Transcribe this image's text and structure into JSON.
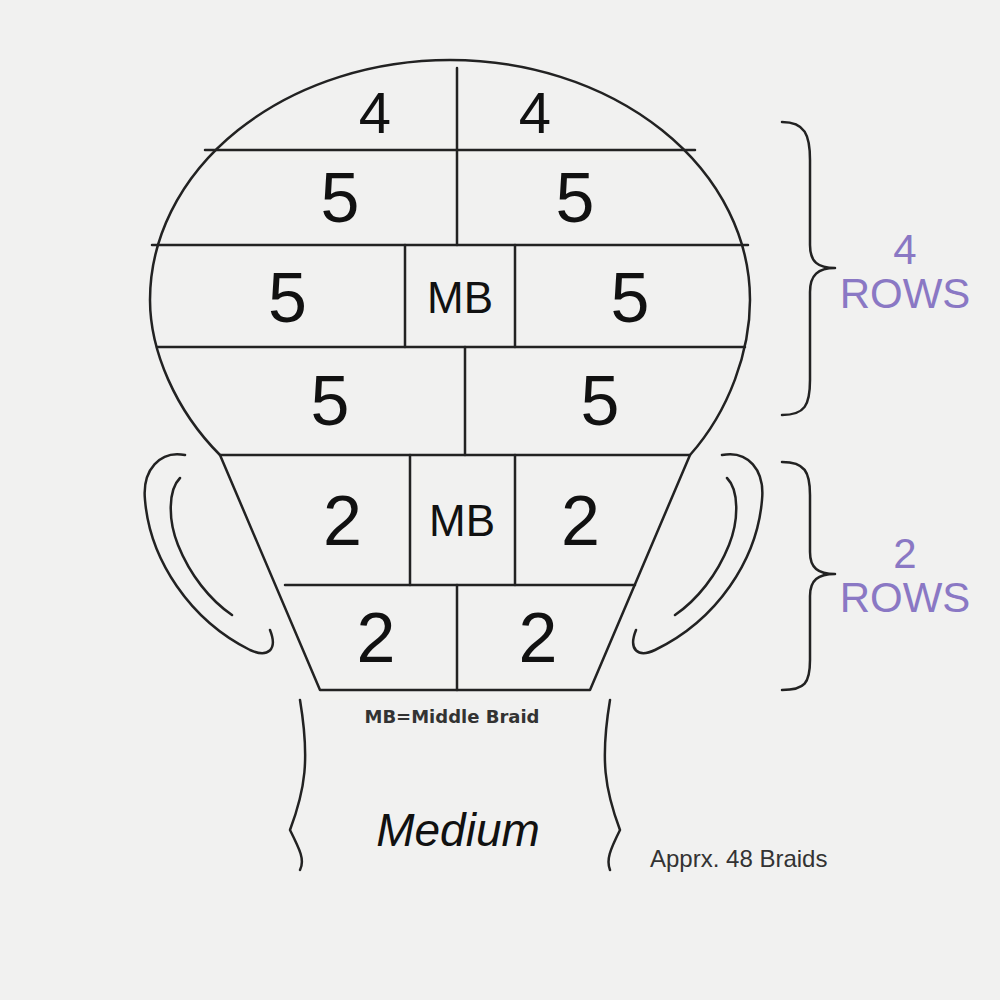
{
  "diagram": {
    "nodes": [
      {
        "text": [
          "4"
        ]
      },
      {
        "text": [
          "4"
        ]
      },
      {
        "text": [
          "5"
        ]
      },
      {
        "text": [
          "5"
        ]
      },
      {
        "text": [
          "5"
        ]
      },
      {
        "text": [
          "MB"
        ]
      },
      {
        "text": [
          "5"
        ]
      },
      {
        "text": [
          "5"
        ]
      },
      {
        "text": [
          "5"
        ]
      },
      {
        "text": [
          "2"
        ]
      },
      {
        "text": [
          "MB"
        ]
      },
      {
        "text": [
          "2"
        ]
      },
      {
        "text": [
          "2"
        ]
      },
      {
        "text": [
          "2"
        ]
      }
    ],
    "labels": [
      "4 ROWS",
      "2 ROWS",
      "MB=Middle Braid",
      "Medium",
      "Apprx. 48 Braids"
    ]
  }
}
